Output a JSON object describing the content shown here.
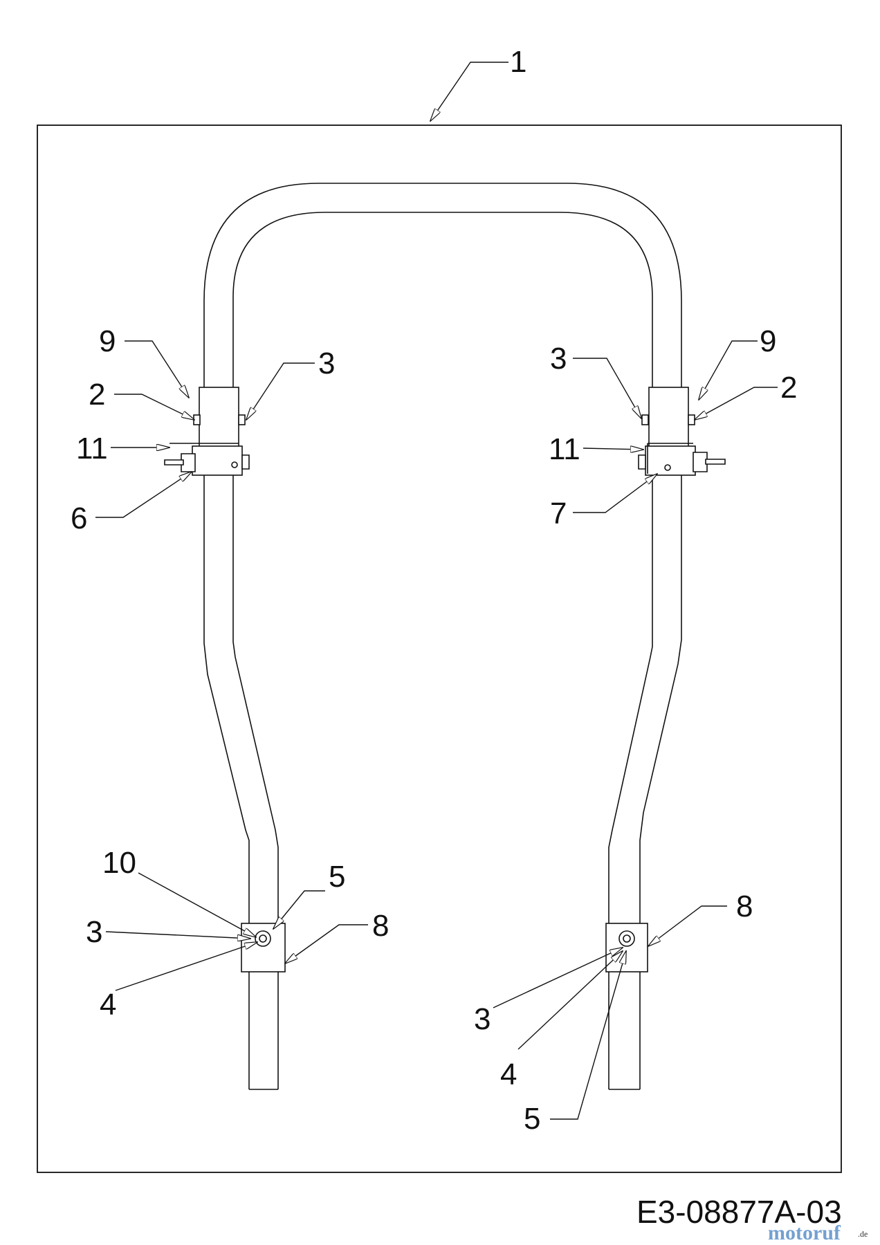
{
  "drawing_code": "E3-08877A-03",
  "watermark": {
    "text": "motoruf",
    "suffix": ".de",
    "color": "#5a8fc8"
  },
  "callouts": {
    "frame": "1",
    "left_top_9": "9",
    "left_top_2": "2",
    "left_top_3": "3",
    "left_top_11": "11",
    "left_top_6": "6",
    "right_top_3": "3",
    "right_top_9": "9",
    "right_top_2": "2",
    "right_top_11": "11",
    "right_top_7": "7",
    "left_bot_10": "10",
    "left_bot_5": "5",
    "left_bot_3": "3",
    "left_bot_8": "8",
    "left_bot_4": "4",
    "right_bot_8": "8",
    "right_bot_3": "3",
    "right_bot_4": "4",
    "right_bot_5": "5"
  }
}
